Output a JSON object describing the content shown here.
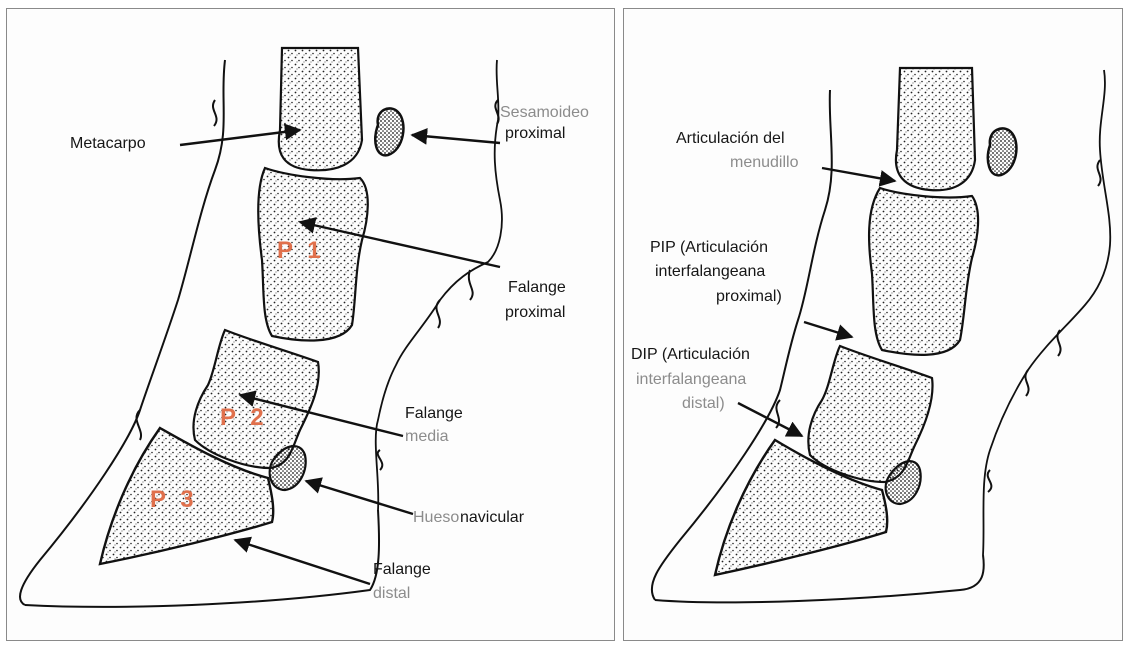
{
  "left_panel": {
    "metacarpo": "Metacarpo",
    "sesamoideo_1": "Sesamoideo",
    "sesamoideo_2": "proximal",
    "falange_proximal_1": "Falange",
    "falange_proximal_2": "proximal",
    "falange_media_1": "Falange",
    "falange_media_2": "media",
    "hueso_1": "Hueso",
    "hueso_2": "navicular",
    "falange_distal_1": "Falange",
    "falange_distal_2": "distal",
    "p1": "P 1",
    "p2": "P 2",
    "p3": "P 3"
  },
  "right_panel": {
    "menudillo_1": "Articulación del",
    "menudillo_2": "menudillo",
    "pip_1": "PIP (Articulación",
    "pip_2": "interfalangeana",
    "pip_3": "proximal)",
    "dip_1": "DIP (Articulación",
    "dip_2": "interfalangeana",
    "dip_3": "distal)"
  },
  "colors": {
    "bone_label": "#e0704c",
    "gray_text": "#8c8c8c",
    "ink": "#161616"
  }
}
